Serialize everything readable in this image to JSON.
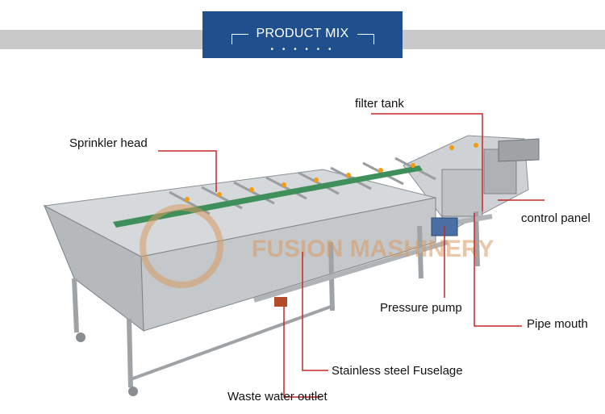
{
  "banner": {
    "title": "PRODUCT MIX",
    "dots": "• • • • • •"
  },
  "watermark": {
    "text": "FUSION MASHINERY"
  },
  "labels": {
    "filter_tank": "filter tank",
    "sprinkler_head": "Sprinkler head",
    "control_panel": "control panel",
    "pressure_pump": "Pressure pump",
    "pipe_mouth": "Pipe mouth",
    "stainless_steel_fuselage": "Stainless steel  Fuselage",
    "waste_water_outlet": "Waste water outlet"
  },
  "colors": {
    "banner": "#1f4f8c",
    "band": "#c9c9c9",
    "leader": "#c62828",
    "steel": "#b9bcbf",
    "accent": "#f39c12"
  }
}
